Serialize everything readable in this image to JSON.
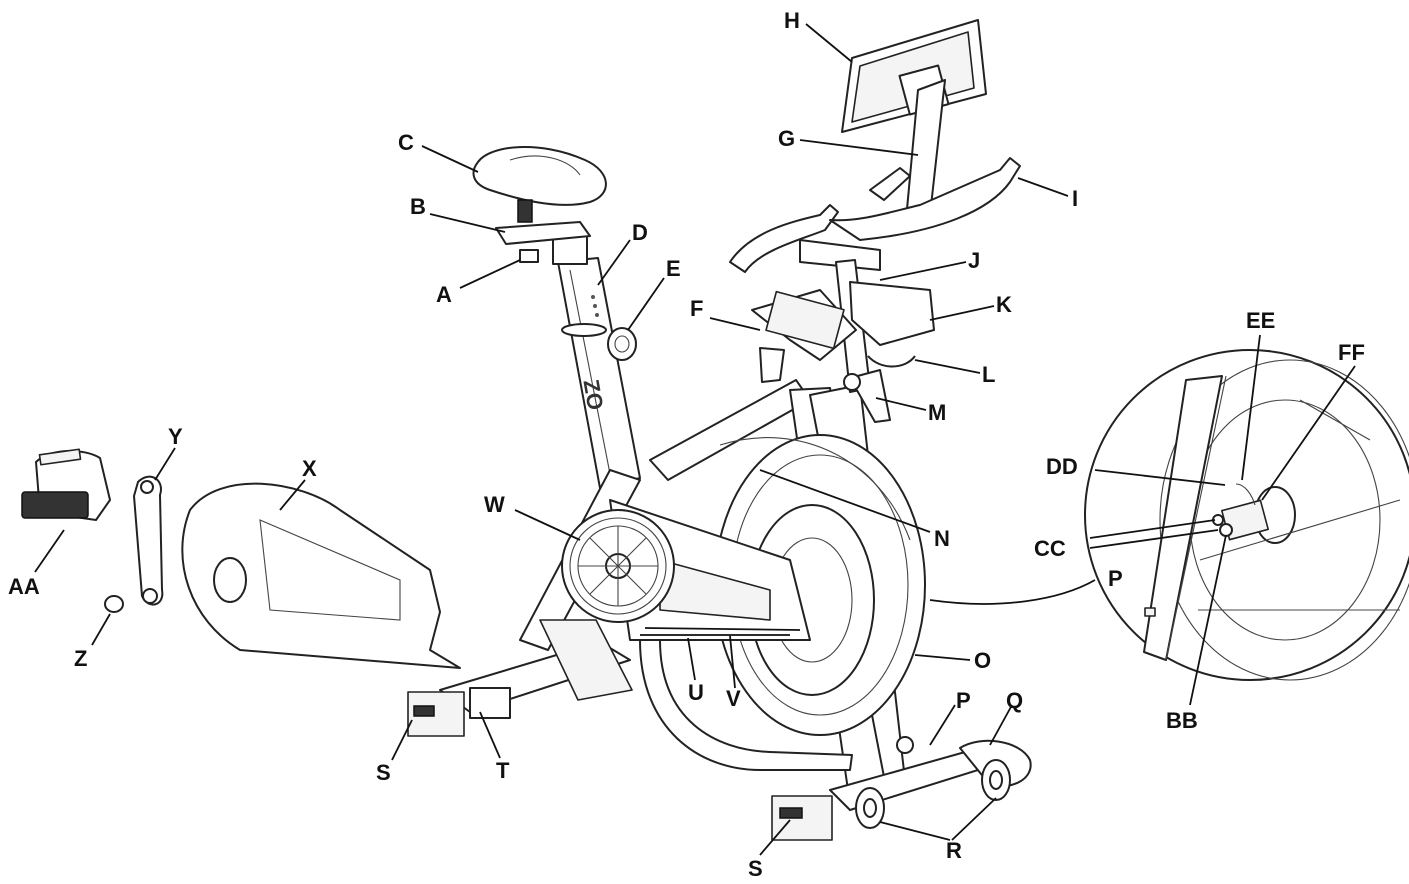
{
  "labels": {
    "A": "A",
    "B": "B",
    "C": "C",
    "D": "D",
    "E": "E",
    "F": "F",
    "G": "G",
    "H": "H",
    "I": "I",
    "J": "J",
    "K": "K",
    "L": "L",
    "M": "M",
    "N": "N",
    "O": "O",
    "P": "P",
    "P2": "P",
    "Q": "Q",
    "R": "R",
    "S": "S",
    "S2": "S",
    "T": "T",
    "U": "U",
    "V": "V",
    "W": "W",
    "X": "X",
    "Y": "Y",
    "Z": "Z",
    "AA": "AA",
    "BB": "BB",
    "CC": "CC",
    "DD": "DD",
    "EE": "EE",
    "FF": "FF"
  },
  "colors": {
    "line": "#111111",
    "background": "#ffffff"
  }
}
